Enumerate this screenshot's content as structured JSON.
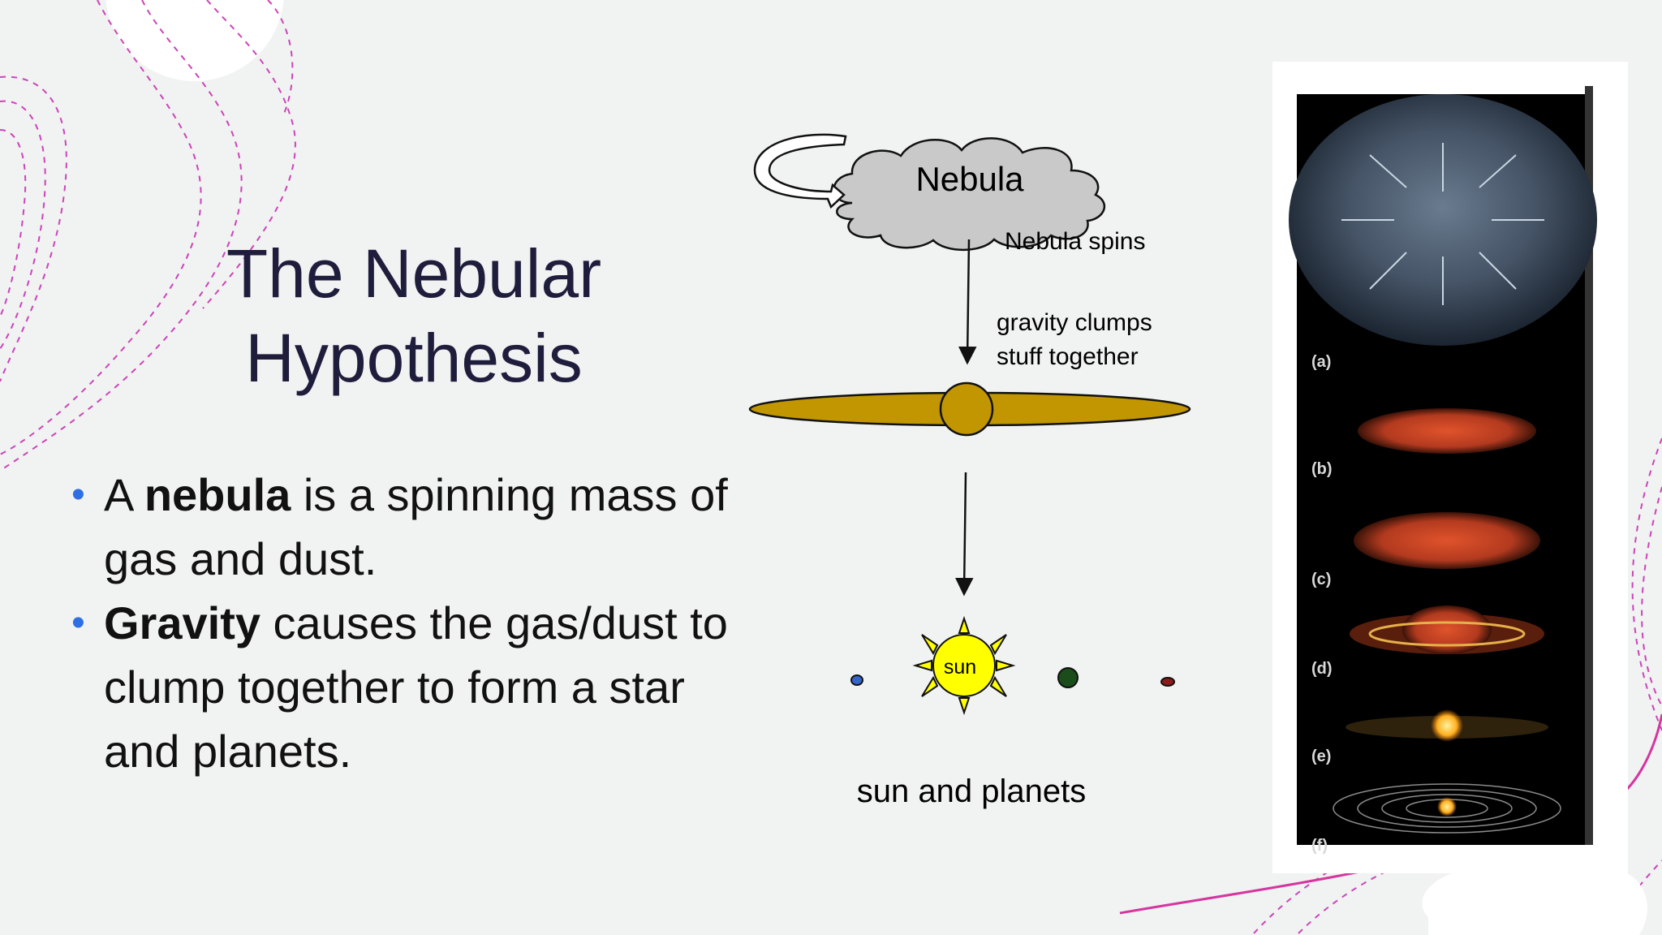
{
  "slide": {
    "title_line1": "The Nebular",
    "title_line2": "Hypothesis",
    "bullets": [
      {
        "pre": "A ",
        "bold": "nebula",
        "post": " is a spinning mass of gas and dust."
      },
      {
        "pre": "",
        "bold": "Gravity",
        "post": " causes the gas/dust to clump together to form a star and planets."
      }
    ]
  },
  "diagram": {
    "cloud_label": "Nebula",
    "step1_label": "Nebula spins",
    "step2_line1": "gravity clumps",
    "step2_line2": "stuff together",
    "sun_label": "sun",
    "final_label": "sun and planets"
  },
  "photo": {
    "panel_labels": [
      "(a)",
      "(b)",
      "(c)",
      "(d)",
      "(e)",
      "(f)"
    ]
  },
  "colors": {
    "accent_bullet": "#2f6fe4",
    "title": "#1e1d3c",
    "disk": "#c19600",
    "sun": "#ffff00",
    "decor_magenta": "#c832b4"
  }
}
